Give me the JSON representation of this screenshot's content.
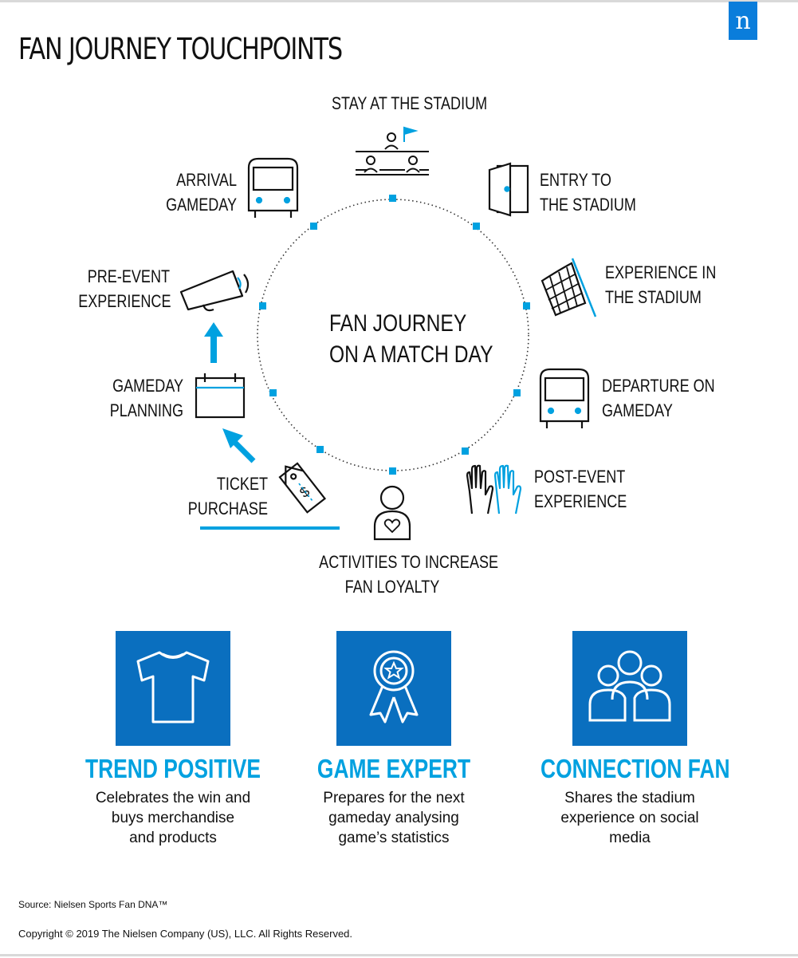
{
  "title": "FAN JOURNEY TOUCHPOINTS",
  "logo": "n",
  "center": {
    "line1": "FAN JOURNEY",
    "line2": "ON A MATCH DAY"
  },
  "touchpoints": {
    "stay": {
      "line1": "STAY AT THE STADIUM",
      "icon": "stadium-seats-icon"
    },
    "entry": {
      "line1": "ENTRY TO",
      "line2": "THE STADIUM",
      "icon": "door-icon"
    },
    "experience": {
      "line1": "EXPERIENCE IN",
      "line2": "THE STADIUM",
      "icon": "checkered-flag-icon"
    },
    "departure": {
      "line1": "DEPARTURE ON",
      "line2": "GAMEDAY",
      "icon": "bus-icon"
    },
    "post_event": {
      "line1": "POST-EVENT",
      "line2": "EXPERIENCE",
      "icon": "raised-hands-icon"
    },
    "loyalty": {
      "line1": "ACTIVITIES TO INCREASE",
      "line2": "FAN LOYALTY",
      "icon": "person-heart-icon"
    },
    "ticket": {
      "line1": "TICKET",
      "line2": "PURCHASE",
      "icon": "price-tag-icon"
    },
    "planning": {
      "line1": "GAMEDAY",
      "line2": "PLANNING",
      "icon": "calendar-icon"
    },
    "pre_event": {
      "line1": "PRE-EVENT",
      "line2": "EXPERIENCE",
      "icon": "megaphone-icon"
    },
    "arrival": {
      "line1": "ARRIVAL",
      "line2": "GAMEDAY",
      "icon": "bus-icon"
    }
  },
  "personas": [
    {
      "name": "TREND POSITIVE",
      "line1": "Celebrates the win and",
      "line2": "buys merchandise",
      "line3": "and products",
      "icon": "t-shirt-icon"
    },
    {
      "name": "GAME EXPERT",
      "line1": "Prepares for the next",
      "line2": "gameday analysing",
      "line3": "game’s statistics",
      "icon": "award-ribbon-icon"
    },
    {
      "name": "CONNECTION FAN",
      "line1": "Shares the stadium",
      "line2": "experience on social",
      "line3": "media",
      "icon": "group-icon"
    }
  ],
  "source": "Source: Nielsen Sports Fan DNA™",
  "copyright": "Copyright © 2019 The Nielsen Company (US), LLC. All Rights Reserved.",
  "colors": {
    "accent": "#00a1e0",
    "box": "#0a6fbf",
    "logo": "#0a7ddb",
    "text": "#111111"
  }
}
